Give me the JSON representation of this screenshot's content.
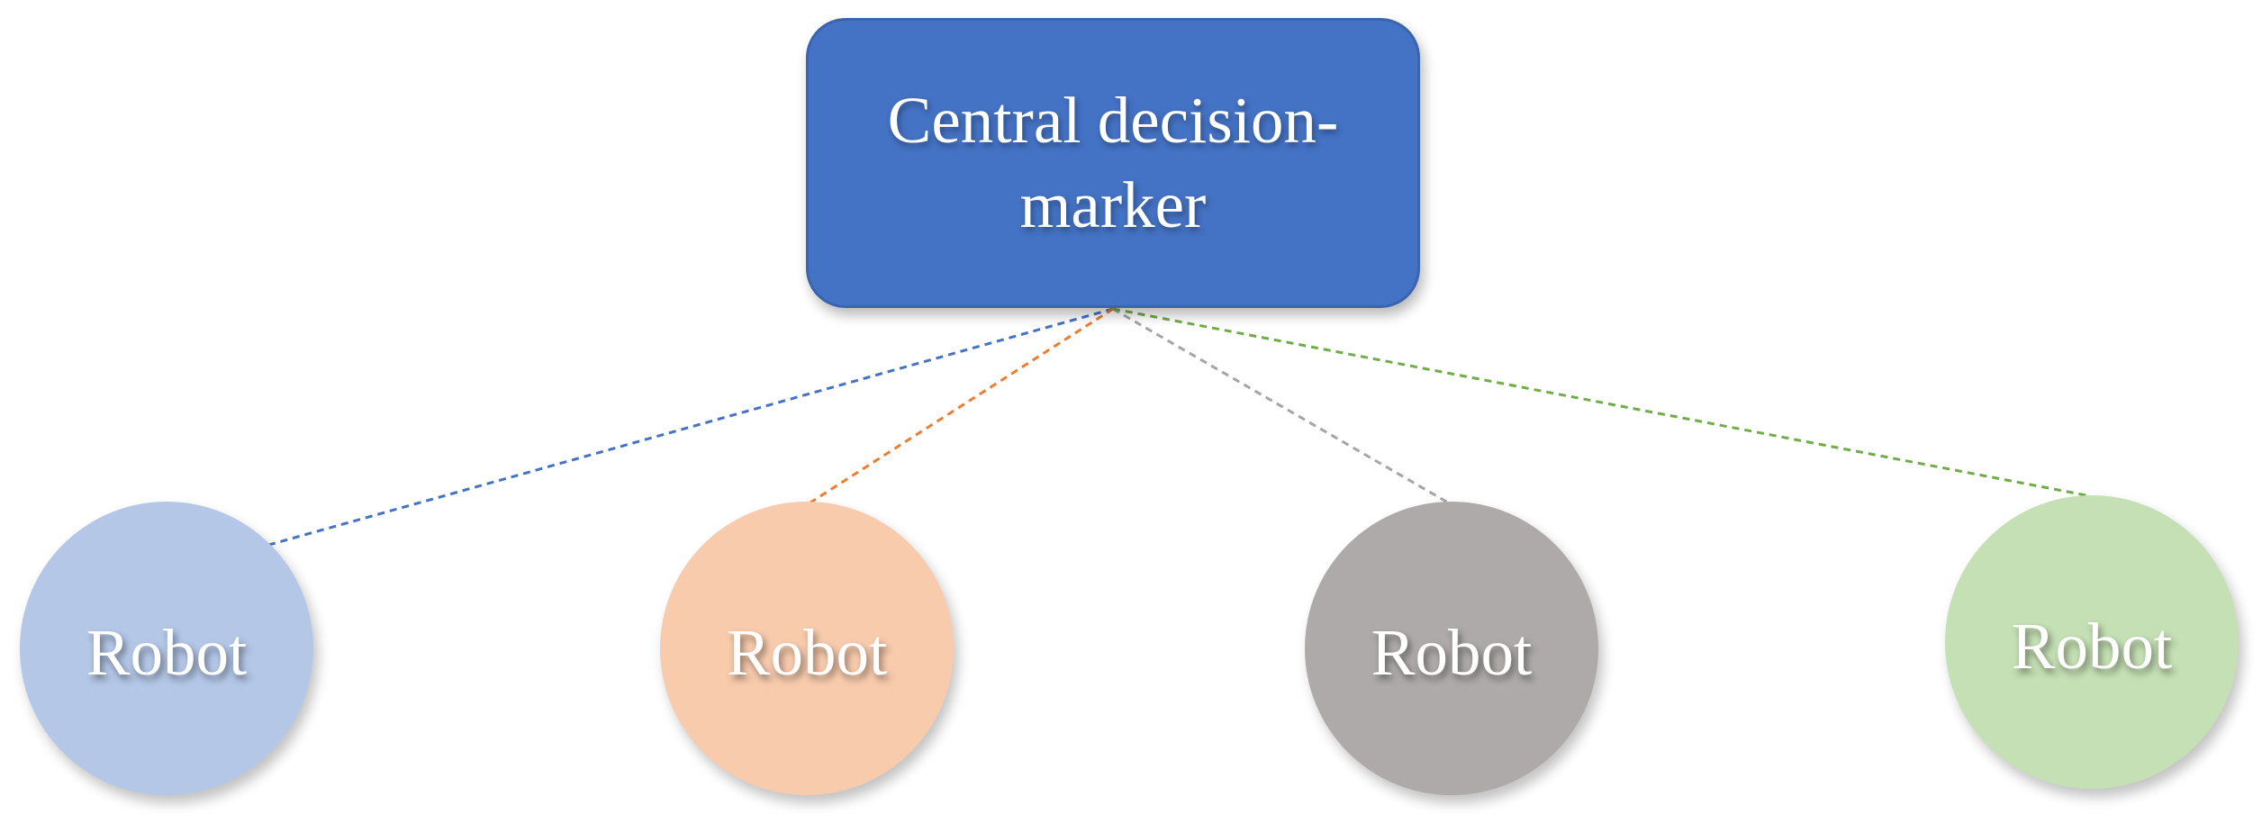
{
  "central_node": {
    "label": "Central decision-marker",
    "color": "#4472c4"
  },
  "robots": [
    {
      "label": "Robot",
      "color": "#b4c7e7",
      "connector_color": "#4472c4"
    },
    {
      "label": "Robot",
      "color": "#f8cbad",
      "connector_color": "#ed7d31"
    },
    {
      "label": "Robot",
      "color": "#aeaaaa",
      "connector_color": "#a5a5a5"
    },
    {
      "label": "Robot",
      "color": "#c5e0b4",
      "connector_color": "#70ad47"
    }
  ]
}
